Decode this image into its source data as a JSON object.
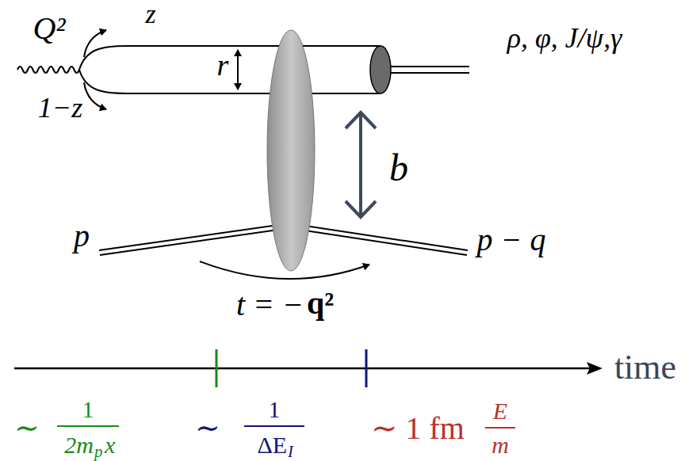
{
  "diagram": {
    "labels": [
      "Q²",
      "z",
      "1−z",
      "r",
      "ρ, φ, J/ψ,γ",
      "b",
      "p",
      "p − q",
      "t = −",
      "q²",
      "time",
      "∼",
      "1",
      "2m",
      "p",
      "x",
      "∼",
      "1",
      "ΔE",
      "I",
      "∼ 1 fm",
      "E",
      "m"
    ]
  }
}
